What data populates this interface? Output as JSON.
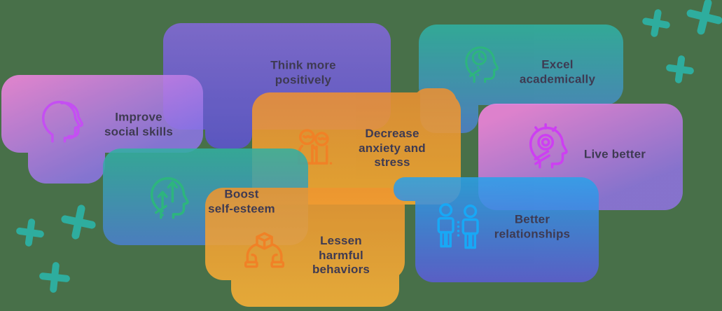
{
  "page": {
    "background_color": "#487049",
    "text_color": "#3e3a52"
  },
  "sparkles": {
    "color": "#2ead9e",
    "count": 6
  },
  "cards": [
    {
      "id": "think-more-positively",
      "label": "Think more\npositively",
      "gradient": [
        "#8468dc",
        "#5e53d3"
      ],
      "icon": null,
      "icon_color": null
    },
    {
      "id": "excel-academically",
      "label": "Excel\nacademically",
      "gradient": [
        "#2fb2a3",
        "#4e80cd"
      ],
      "icon": "head-clock-icon",
      "icon_color": "#2db57e"
    },
    {
      "id": "improve-social-skills",
      "label": "Improve\nsocial skills",
      "gradient": [
        "#f286e2",
        "#8d75e7"
      ],
      "icon": "two-heads-icon",
      "icon_color": "#c44ff2"
    },
    {
      "id": "decrease-anxiety-and-stress",
      "label": "Decrease\nanxiety and\nstress",
      "gradient": [
        "#ec9032",
        "#f9aa2e"
      ],
      "icon": "calm-people-icon",
      "icon_color": "#f08126"
    },
    {
      "id": "live-better",
      "label": "Live better",
      "gradient": [
        "#f584e1",
        "#9073e2"
      ],
      "icon": "head-idea-icon",
      "icon_color": "#cd3ff2"
    },
    {
      "id": "boost-self-esteem",
      "label": "Boost\nself-esteem",
      "gradient": [
        "#31b0a1",
        "#4b7fd0"
      ],
      "icon": "head-arrows-icon",
      "icon_color": "#2db57e"
    },
    {
      "id": "lessen-harmful-behaviors",
      "label": "Lessen\nharmful\nbehaviors",
      "gradient": [
        "#ee9530",
        "#fbb237"
      ],
      "icon": "hands-box-icon",
      "icon_color": "#f08126"
    },
    {
      "id": "better-relationships",
      "label": "Better\nrelationships",
      "gradient": [
        "#29a2e9",
        "#5c5cd8"
      ],
      "icon": "two-people-icon",
      "icon_color": "#18a8f5"
    }
  ]
}
